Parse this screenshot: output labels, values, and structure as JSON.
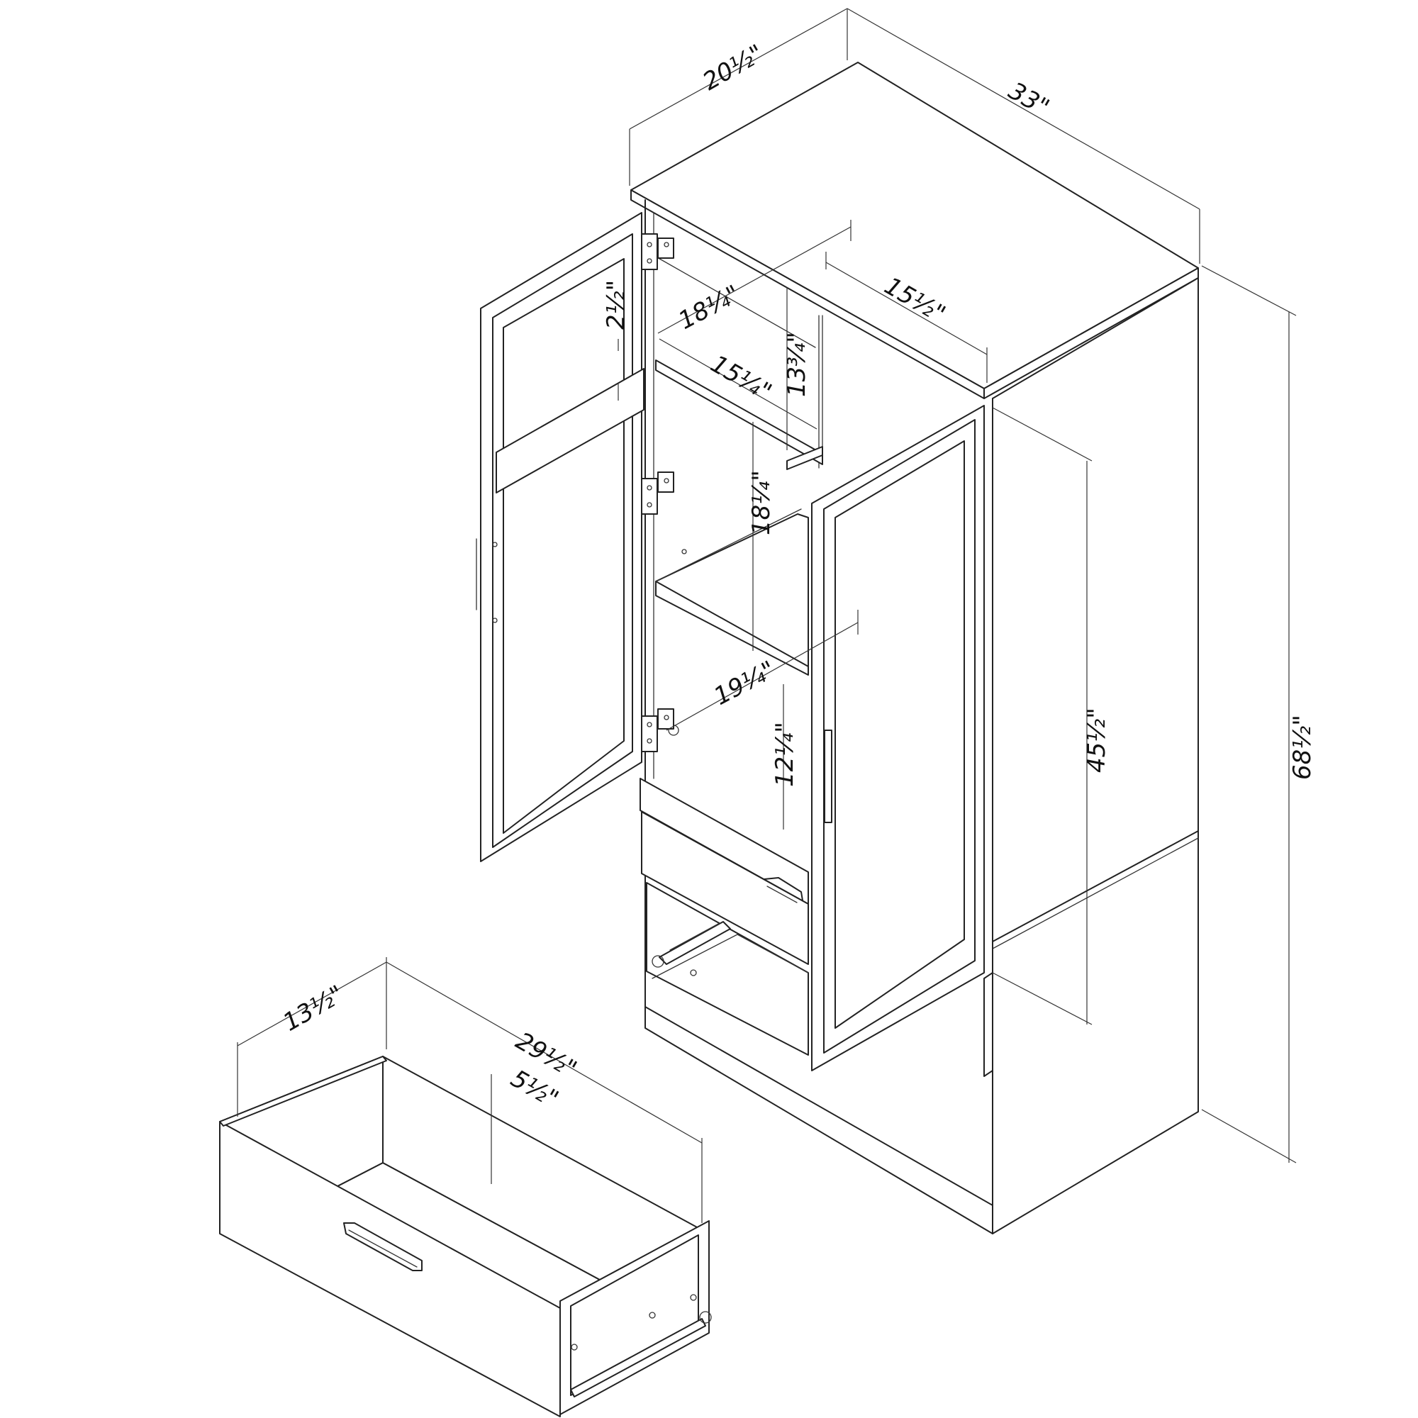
{
  "figure": {
    "subject": "wardrobe armoire with two doors, shelves and drawer",
    "line_color": "#222222",
    "background": "#ffffff"
  },
  "dimensions": {
    "top_depth": "20½\"",
    "top_width": "33\"",
    "total_height": "68½\"",
    "door_height": "45½\"",
    "interior_width_top": "18¼\"",
    "interior_depth_top": "15½\"",
    "shelf_depth": "15¼\"",
    "top_compartment_height": "13¾\"",
    "door_insert_gap": "2½\"",
    "middle_compartment_height": "18¼\"",
    "lower_interior_width": "19¼\"",
    "lower_compartment_height": "12¼\"",
    "drawer_depth": "13½\"",
    "drawer_width": "29½\"",
    "drawer_height": "5½\""
  }
}
